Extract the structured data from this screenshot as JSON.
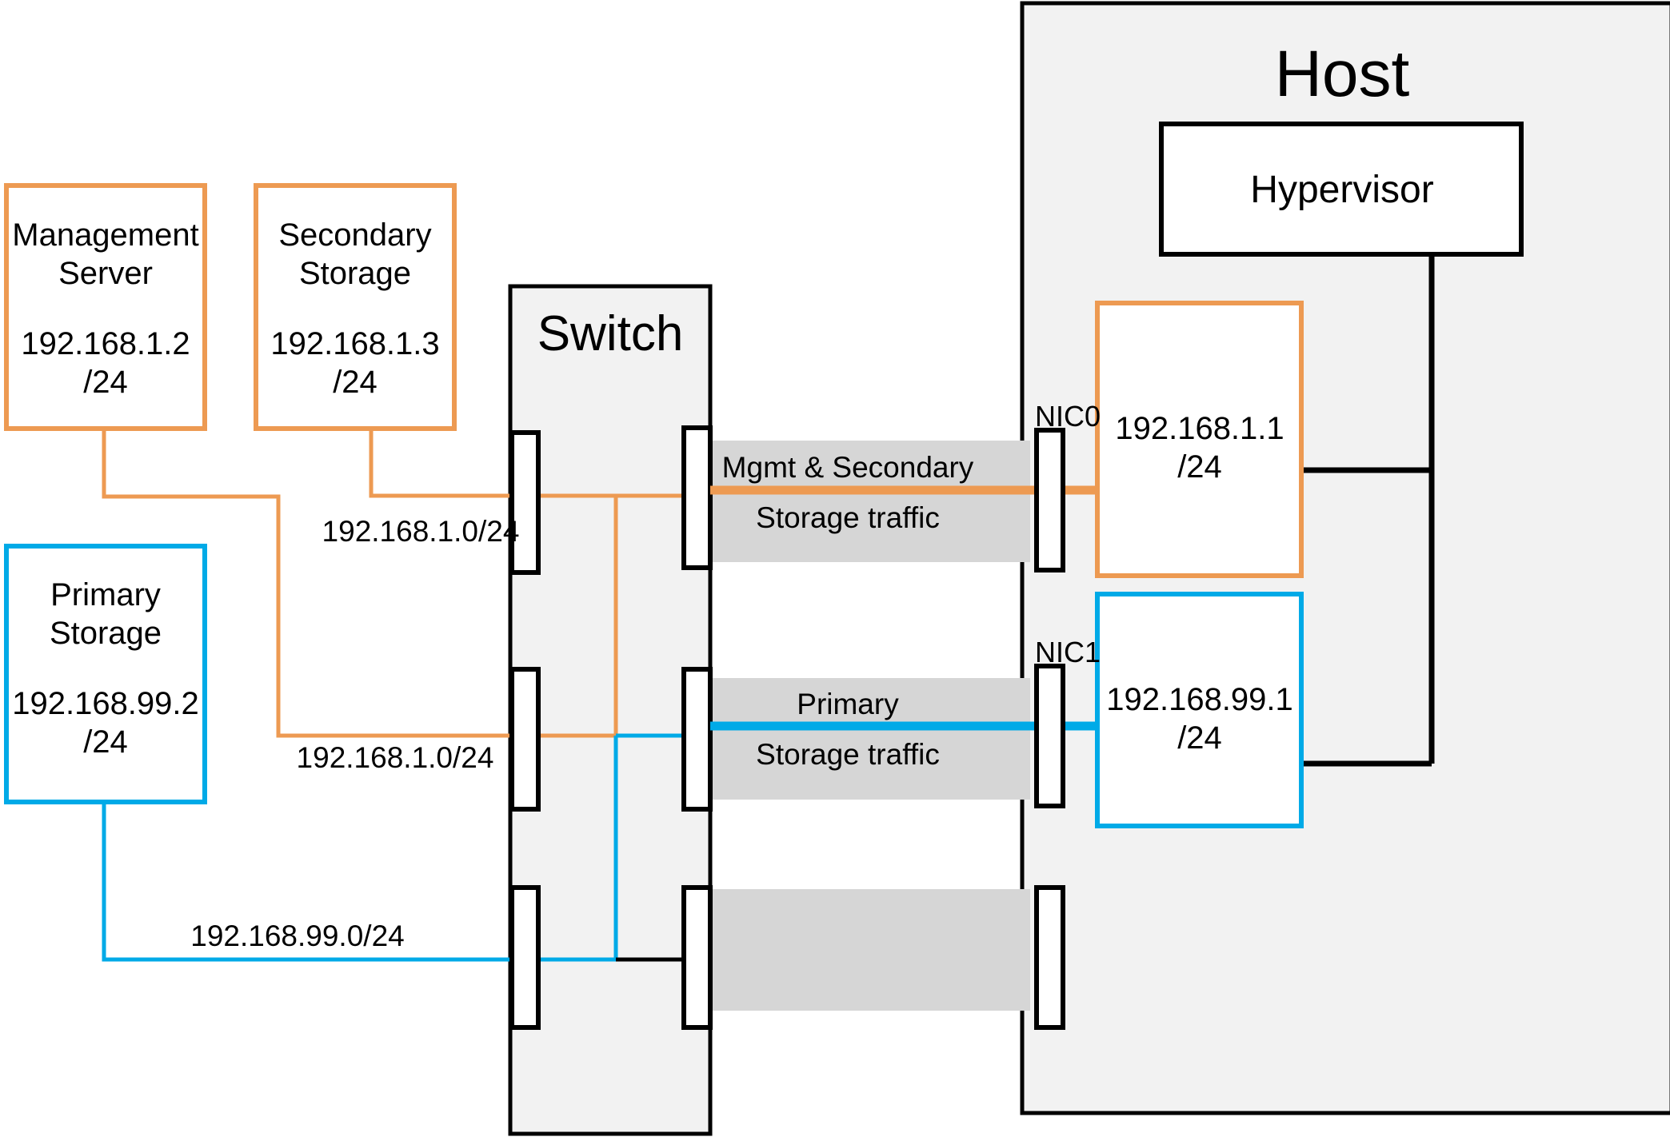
{
  "diagram": {
    "title_host": "Host",
    "title_switch": "Switch",
    "colors": {
      "orange": "#ED9A52",
      "blue": "#00AAE7",
      "black": "#000000",
      "band_gray": "#D6D6D6",
      "container_fill": "#F2F2F2",
      "white": "#FFFFFF"
    }
  },
  "nodes": {
    "management_server": {
      "name_line1": "Management",
      "name_line2": "Server",
      "ip_line1": "192.168.1.2",
      "ip_line2": "/24"
    },
    "secondary_storage": {
      "name_line1": "Secondary",
      "name_line2": "Storage",
      "ip_line1": "192.168.1.3",
      "ip_line2": "/24"
    },
    "primary_storage": {
      "name_line1": "Primary",
      "name_line2": "Storage",
      "ip_line1": "192.168.99.2",
      "ip_line2": "/24"
    },
    "switch": {
      "title": "Switch"
    },
    "host": {
      "title": "Host"
    },
    "hypervisor": {
      "title": "Hypervisor"
    },
    "nic0_box": {
      "ip_line1": "192.168.1.1",
      "ip_line2": "/24"
    },
    "nic1_box": {
      "ip_line1": "192.168.99.1",
      "ip_line2": "/24"
    }
  },
  "ports": {
    "nic0_label": "NIC0",
    "nic1_label": "NIC1"
  },
  "link_labels": {
    "mgmt_subnet_top": "192.168.1.0/24",
    "mgmt_subnet_bottom": "192.168.1.0/24",
    "storage_subnet": "192.168.99.0/24"
  },
  "traffic_bands": [
    {
      "line1": "Mgmt & Secondary",
      "line2": "Storage traffic",
      "color": "#ED9A52"
    },
    {
      "line1": "Primary",
      "line2": "Storage traffic",
      "color": "#00AAE7"
    },
    {
      "line1": "",
      "line2": "",
      "color": ""
    }
  ]
}
